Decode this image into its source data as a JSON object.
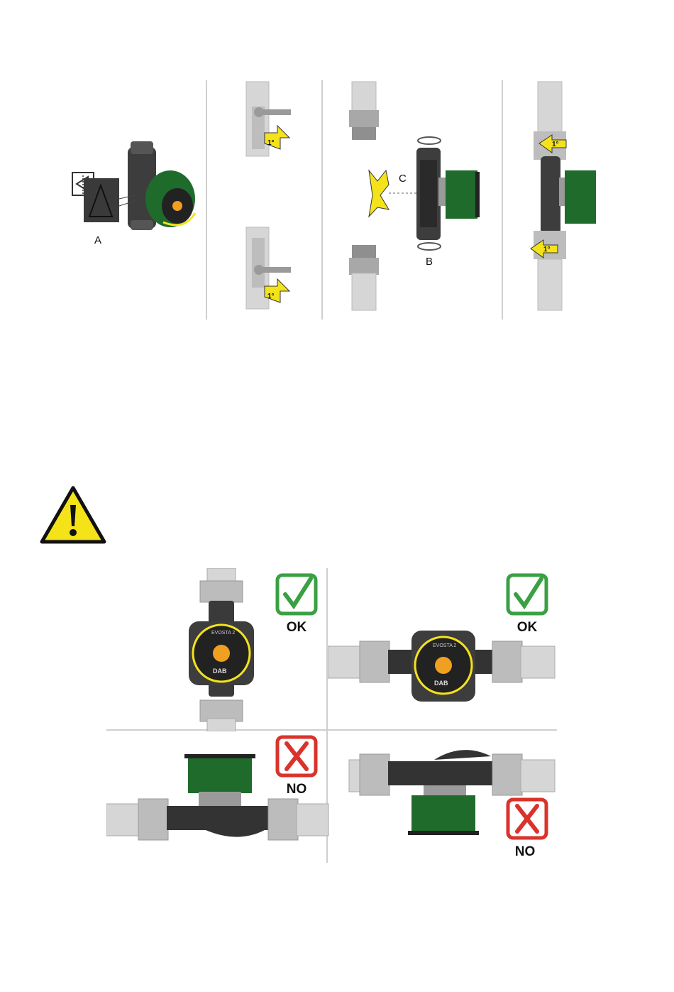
{
  "installation_steps": {
    "label_a": "A",
    "label_b": "B",
    "label_c": "C",
    "arrow_text": "1°"
  },
  "orientation_guide": {
    "ok_label": "OK",
    "no_label": "NO",
    "brand": "DAB",
    "model": "EVOSTA 2"
  },
  "colors": {
    "motor_green": "#1f6b2c",
    "arrow_yellow": "#f4e21b",
    "ok_green": "#3aa043",
    "no_red": "#d9332b",
    "warning_yellow": "#f5e31a"
  }
}
